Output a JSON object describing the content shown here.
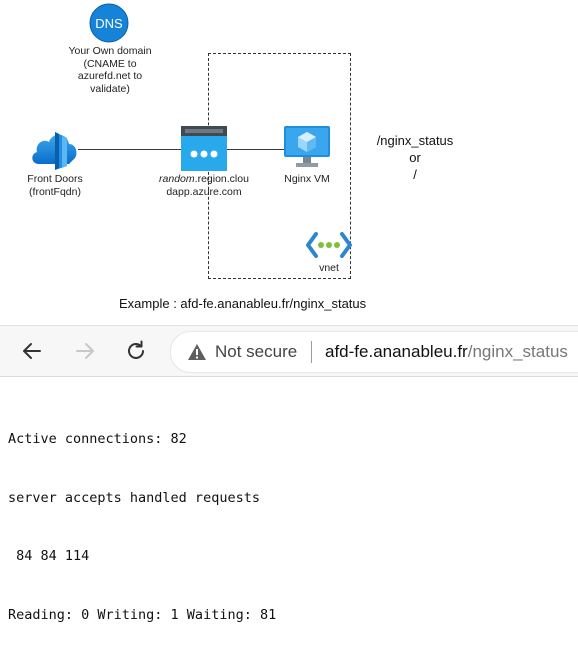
{
  "diagram": {
    "dns": {
      "badge": "DNS",
      "caption": [
        "Your Own domain",
        "(CNAME to",
        "azurefd.net to",
        "validate)"
      ]
    },
    "front_door": {
      "caption": [
        "Front Doors",
        "(frontFqdn)"
      ]
    },
    "app_gateway": {
      "caption_italic": "random",
      "caption_rest": ".region.clou",
      "caption_line2": "dapp.azure.com"
    },
    "nginx_vm": {
      "caption": "Nginx VM"
    },
    "vnet": {
      "caption": "vnet"
    },
    "paths": [
      "/nginx_status",
      "or",
      "/"
    ],
    "example": "Example : afd-fe.ananableu.fr/nginx_status"
  },
  "browser": {
    "security_label": "Not secure",
    "url_host": "afd-fe.ananableu.fr",
    "url_path": "/nginx_status"
  },
  "page_output": {
    "lines": [
      "Active connections: 82",
      "server accepts handled requests",
      " 84 84 114",
      "Reading: 0 Writing: 1 Waiting: 81"
    ]
  },
  "colors": {
    "azure_blue": "#0a7fd6",
    "vnet_green": "#7bc13b",
    "vnet_blue": "#2f86d0"
  }
}
